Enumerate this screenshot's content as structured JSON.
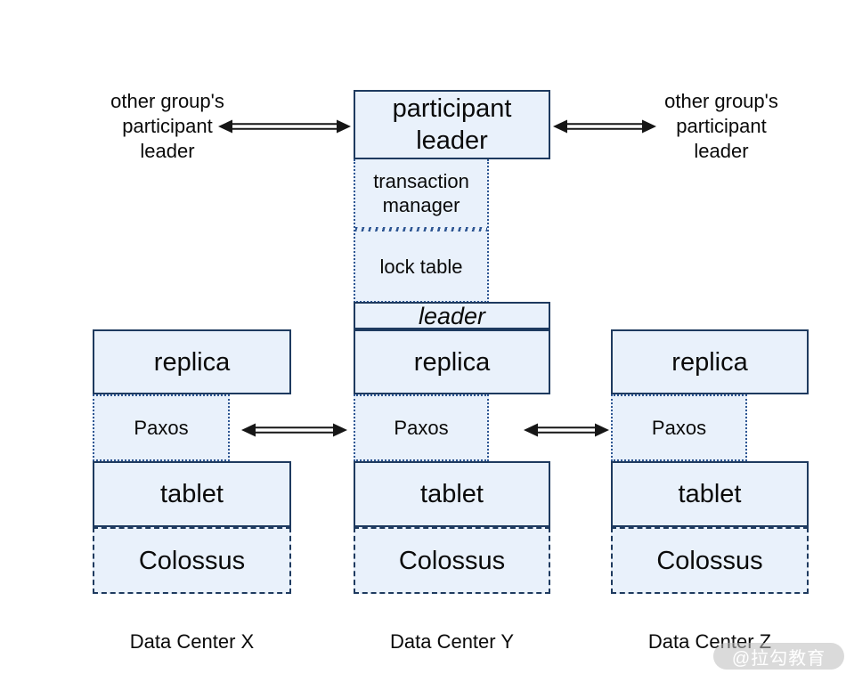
{
  "colors": {
    "box_fill": "#e9f1fb",
    "solid_border": "#1e3a5f",
    "dotted_border": "#2e5693",
    "arrow": "#161616",
    "text": "#0a0a0a",
    "watermark_bg": "#bbbbbb",
    "watermark_text": "#ffffff"
  },
  "side_labels": {
    "left": "other group's participant leader",
    "right": "other group's participant leader"
  },
  "center_stack": {
    "participant_leader": "participant leader",
    "transaction_manager": "transaction manager",
    "lock_table": "lock table",
    "leader": "leader"
  },
  "columns": [
    {
      "id": "X",
      "replica": "replica",
      "paxos": "Paxos",
      "tablet": "tablet",
      "colossus": "Colossus",
      "label": "Data Center X"
    },
    {
      "id": "Y",
      "replica": "replica",
      "paxos": "Paxos",
      "tablet": "tablet",
      "colossus": "Colossus",
      "label": "Data Center Y"
    },
    {
      "id": "Z",
      "replica": "replica",
      "paxos": "Paxos",
      "tablet": "tablet",
      "colossus": "Colossus",
      "label": "Data Center Z"
    }
  ],
  "watermark": {
    "text": "@拉勾教育"
  }
}
